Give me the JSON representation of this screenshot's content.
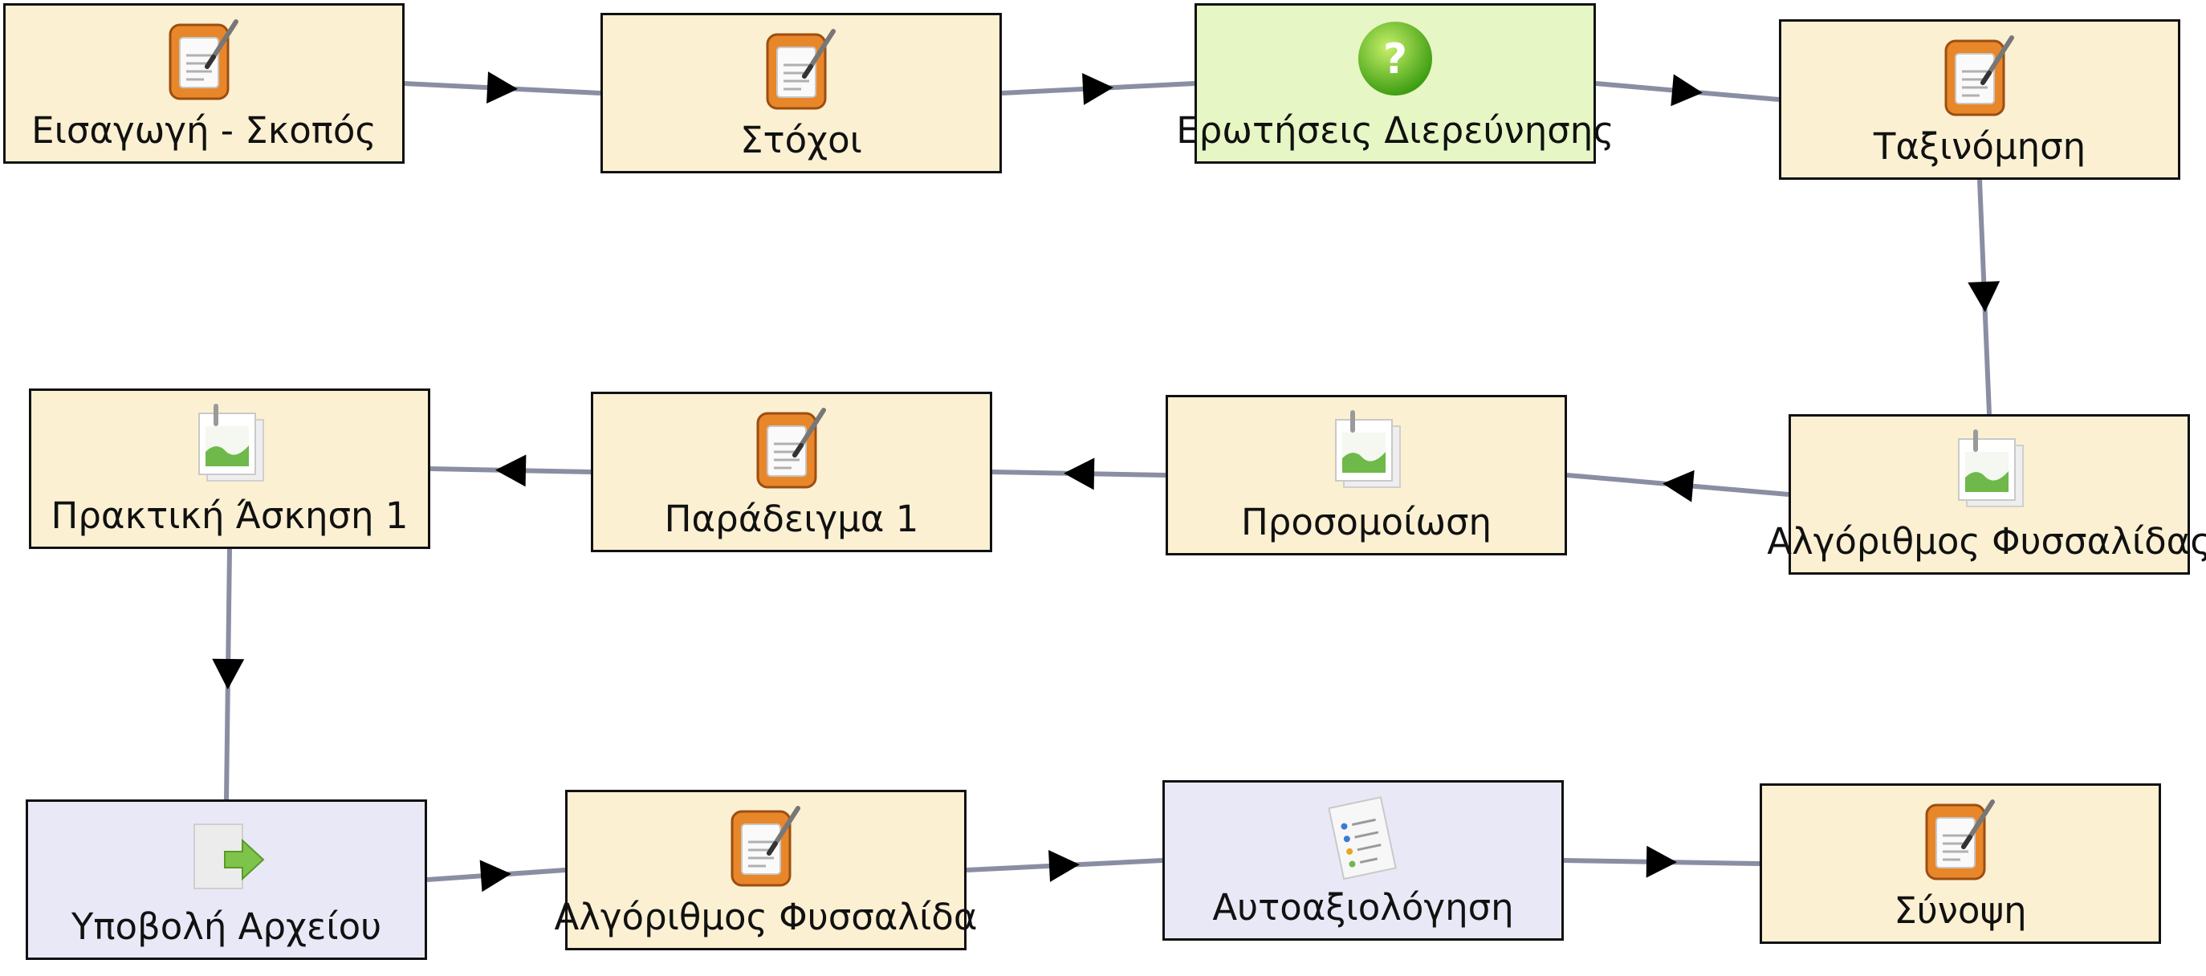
{
  "colors": {
    "activity": "#fbf0d2",
    "question": "#e6f6c4",
    "tool": "#e9e8f7",
    "edge": "#8a8ea3",
    "border": "#111111"
  },
  "nodes": [
    {
      "id": "n1",
      "label": "Εισαγωγή - Σκοπός",
      "kind": "activity",
      "icon": "notepad-icon"
    },
    {
      "id": "n2",
      "label": "Στόχοι",
      "kind": "activity",
      "icon": "notepad-icon"
    },
    {
      "id": "n3",
      "label": "Ερωτήσεις Διερεύνησης",
      "kind": "question",
      "icon": "question-icon"
    },
    {
      "id": "n4",
      "label": "Ταξινόμηση",
      "kind": "activity",
      "icon": "notepad-icon"
    },
    {
      "id": "n5",
      "label": "Αλγόριθμος Φυσσαλίδας",
      "kind": "activity",
      "icon": "image-icon"
    },
    {
      "id": "n6",
      "label": "Προσομοίωση",
      "kind": "activity",
      "icon": "image-icon"
    },
    {
      "id": "n7",
      "label": "Παράδειγμα 1",
      "kind": "activity",
      "icon": "notepad-icon"
    },
    {
      "id": "n8",
      "label": "Πρακτική Άσκηση 1",
      "kind": "activity",
      "icon": "image-icon"
    },
    {
      "id": "n9",
      "label": "Υποβολή Αρχείου",
      "kind": "tool",
      "icon": "submit-file-icon"
    },
    {
      "id": "n10",
      "label": "Αλγόριθμος Φυσσαλίδα",
      "kind": "activity",
      "icon": "notepad-icon"
    },
    {
      "id": "n11",
      "label": "Αυτοαξιολόγηση",
      "kind": "tool",
      "icon": "checklist-icon"
    },
    {
      "id": "n12",
      "label": "Σύνοψη",
      "kind": "activity",
      "icon": "notepad-icon"
    }
  ],
  "edges": [
    [
      "n1",
      "n2"
    ],
    [
      "n2",
      "n3"
    ],
    [
      "n3",
      "n4"
    ],
    [
      "n4",
      "n5"
    ],
    [
      "n5",
      "n6"
    ],
    [
      "n6",
      "n7"
    ],
    [
      "n7",
      "n8"
    ],
    [
      "n8",
      "n9"
    ],
    [
      "n9",
      "n10"
    ],
    [
      "n10",
      "n11"
    ],
    [
      "n11",
      "n12"
    ]
  ]
}
